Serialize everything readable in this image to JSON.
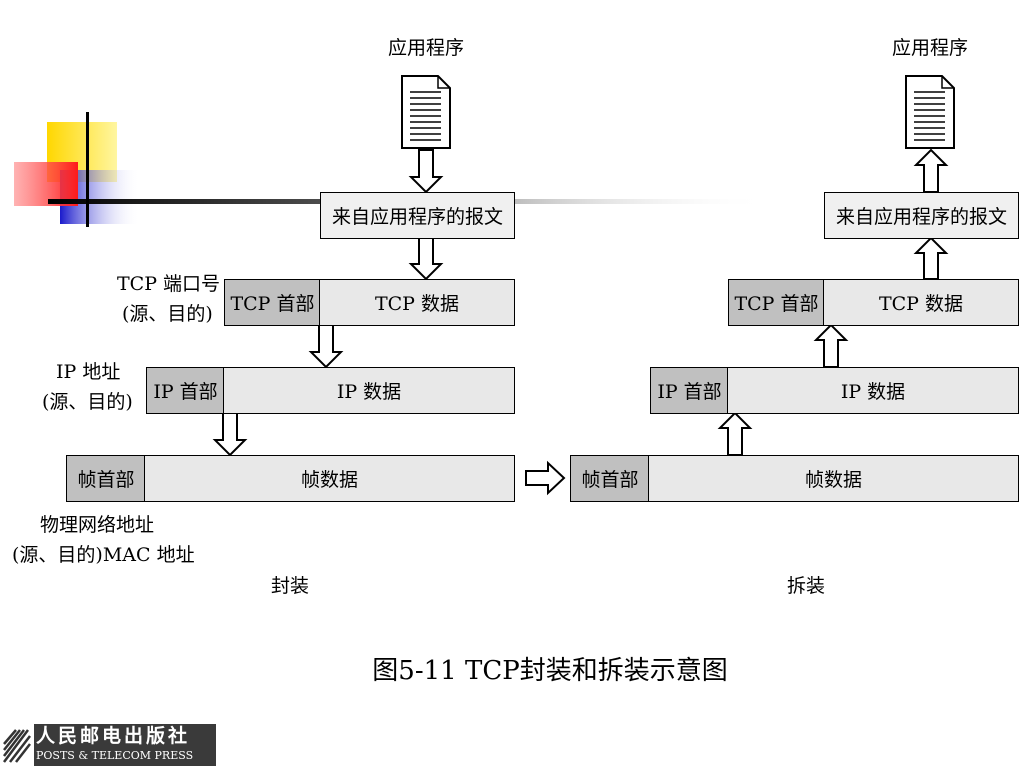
{
  "left": {
    "app_label": "应用程序",
    "message_box": "来自应用程序的报文",
    "tcp_header": "TCP 首部",
    "tcp_data": "TCP 数据",
    "ip_header": "IP 首部",
    "ip_data": "IP 数据",
    "frame_header": "帧首部",
    "frame_data": "帧数据",
    "caption": "封装"
  },
  "right": {
    "app_label": "应用程序",
    "message_box": "来自应用程序的报文",
    "tcp_header": "TCP 首部",
    "tcp_data": "TCP 数据",
    "ip_header": "IP 首部",
    "ip_data": "IP 数据",
    "frame_header": "帧首部",
    "frame_data": "帧数据",
    "caption": "拆装"
  },
  "annotations": {
    "tcp_port_line1": "TCP 端口号",
    "tcp_port_line2": "(源、目的)",
    "ip_addr_line1": "IP 地址",
    "ip_addr_line2": "(源、目的)",
    "mac_line1": "物理网络地址",
    "mac_line2": "(源、目的)MAC 地址"
  },
  "figure_caption": "图5-11  TCP封装和拆装示意图",
  "publisher": {
    "name_cn": "人民邮电出版社",
    "name_en": "POSTS & TELECOM PRESS"
  },
  "colors": {
    "header_fill": "#c0c0c0",
    "data_fill": "#e8e8e8",
    "deco_yellow": "#ffd700",
    "deco_red": "#ff3030",
    "deco_blue": "#2020d0"
  }
}
